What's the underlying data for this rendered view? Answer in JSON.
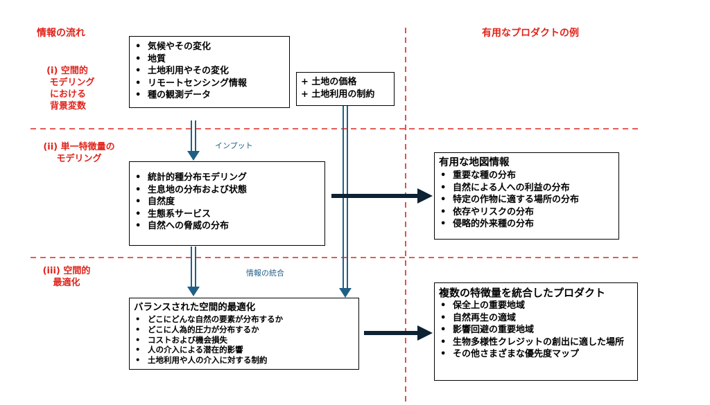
{
  "left_header": "情報の流れ",
  "right_header": "有用なプロダクトの例",
  "section_labels": [
    [
      "(i) 空間的",
      "モデリング",
      "における",
      "背景変数"
    ],
    [
      "(ii) 単一特徴量の",
      "モデリング"
    ],
    [
      "(iii) 空間的",
      "最適化"
    ]
  ],
  "inputs_box": {
    "items": [
      "気候やその変化",
      "地質",
      "土地利用やその変化",
      "リモートセンシング情報",
      "種の観測データ"
    ]
  },
  "extra_inputs_box": {
    "items": [
      "+ 土地の価格",
      "+ 土地利用の制約"
    ]
  },
  "arrow_labels": {
    "input": "インプット",
    "integration": "情報の統合"
  },
  "modeling_box": {
    "items": [
      "統計的種分布モデリング",
      "生息地の分布および状態",
      "自然度",
      "生態系サービス",
      "自然への脅威の分布"
    ]
  },
  "optimization_box": {
    "title": "バランスされた空間的最適化",
    "items": [
      "どこにどんな自然の要素が分布するか",
      "どこに人為的圧力が分布するか",
      "コストおよび機会損失",
      "人の介入による潜在的影響",
      "土地利用や人の介入に対する制約"
    ]
  },
  "map_products_box": {
    "title": "有用な地図情報",
    "items": [
      "重要な種の分布",
      "自然による人への利益の分布",
      "特定の作物に適する場所の分布",
      "依存やリスクの分布",
      "侵略的外来種の分布"
    ]
  },
  "integrated_products_box": {
    "title": "複数の特徴量を統合したプロダクト",
    "items": [
      "保全上の重要地域",
      "自然再生の適域",
      "影響回避の重要地域",
      "生物多様性クレジットの創出に適した場所",
      "その他さまざまな優先度マップ"
    ]
  },
  "colors": {
    "header_red": "#e0231b",
    "divider_red": "#e0231b",
    "arrow_blue": "#1f5f86",
    "arrow_dark": "#0d2233"
  }
}
